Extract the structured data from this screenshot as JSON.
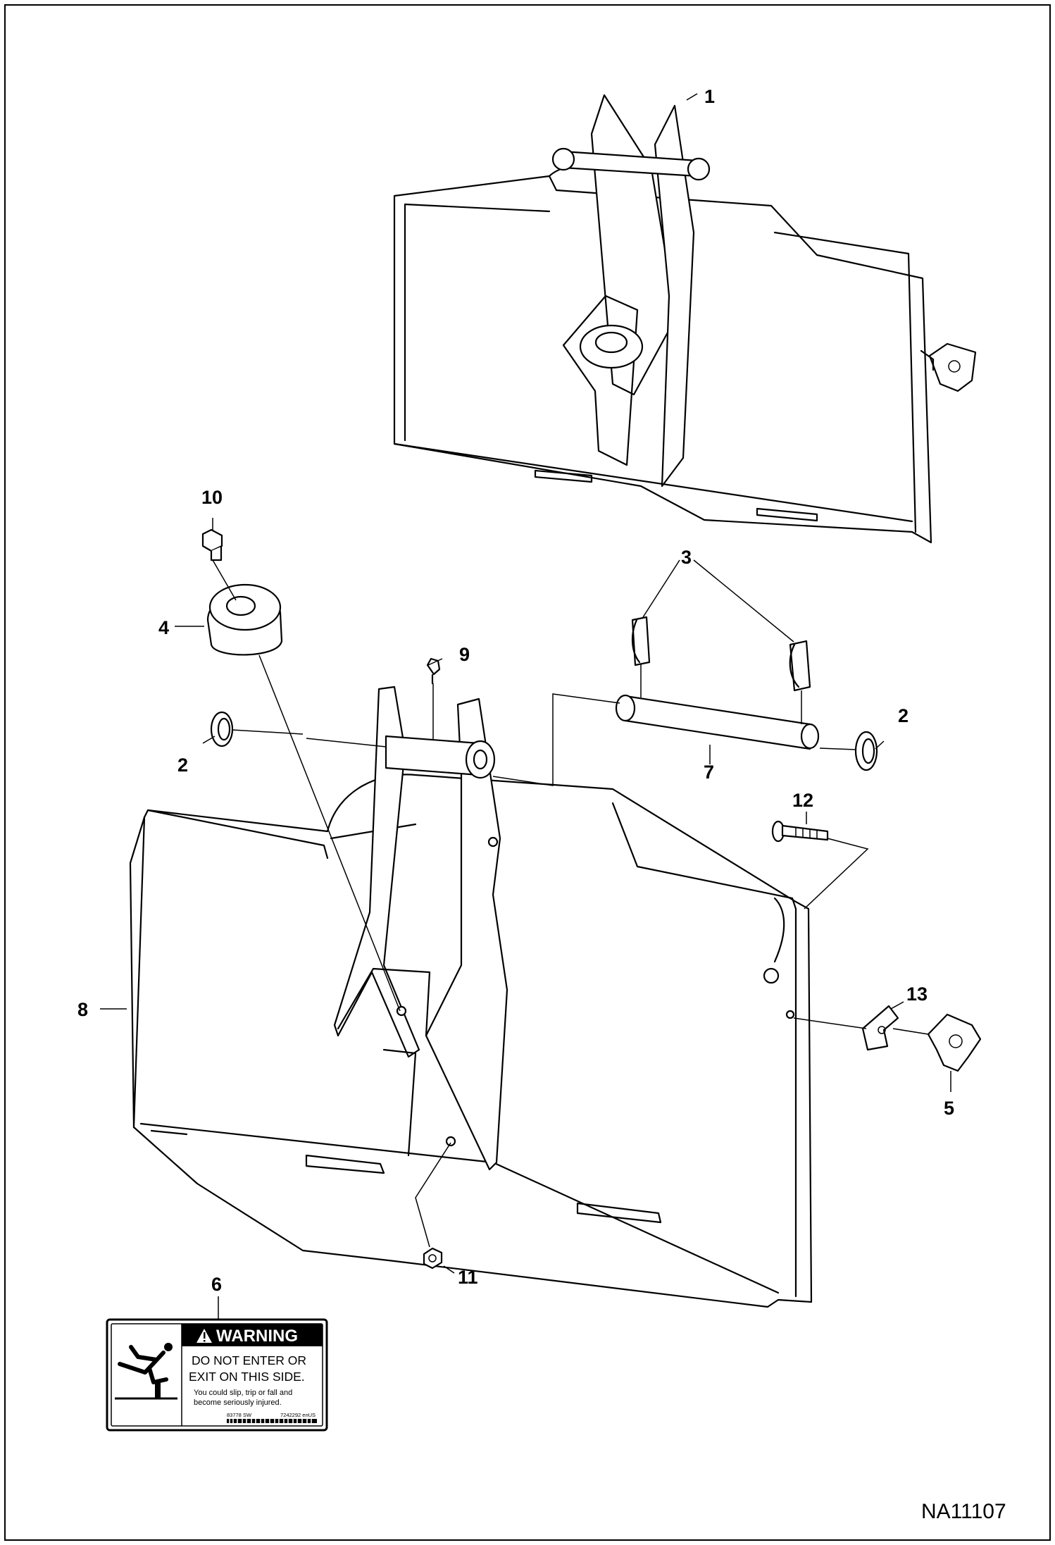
{
  "callouts": {
    "c1": "1",
    "c2a": "2",
    "c2b": "2",
    "c3": "3",
    "c4": "4",
    "c5": "5",
    "c6": "6",
    "c7": "7",
    "c8": "8",
    "c9": "9",
    "c10": "10",
    "c11": "11",
    "c12": "12",
    "c13": "13"
  },
  "decal": {
    "heading": "WARNING",
    "line1": "DO NOT ENTER OR",
    "line2": "EXIT ON THIS  SIDE.",
    "line3": "You could slip, trip or fall and",
    "line4": "become seriously injured.",
    "code_left": "83778 SW",
    "code_right": "7242292 enUS"
  },
  "figure_ref": "NA11107"
}
